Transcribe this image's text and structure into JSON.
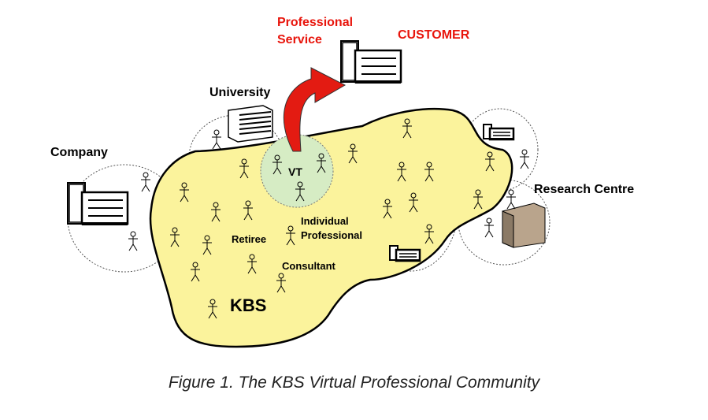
{
  "labels": {
    "professional_service": [
      "Professional",
      "Service"
    ],
    "customer": "CUSTOMER",
    "university": "University",
    "company": "Company",
    "research_centre": "Research Centre",
    "vt": "VT",
    "individual_professional": [
      "Individual",
      "Professional"
    ],
    "retiree": "Retiree",
    "consultant": "Consultant",
    "kbs": "KBS"
  },
  "caption": "Figure 1. The KBS Virtual Professional Community",
  "colors": {
    "kbs_fill": "#fbf39c",
    "vt_fill": "#d6ecc4",
    "arrow": "#e31b12",
    "accent_red": "#e8150c",
    "building": "#b9a48c"
  },
  "icons": [
    "person-icon",
    "company-building-icon",
    "university-building-icon",
    "research-building-icon",
    "small-building-icon",
    "customer-building-icon",
    "curved-arrow-icon"
  ]
}
